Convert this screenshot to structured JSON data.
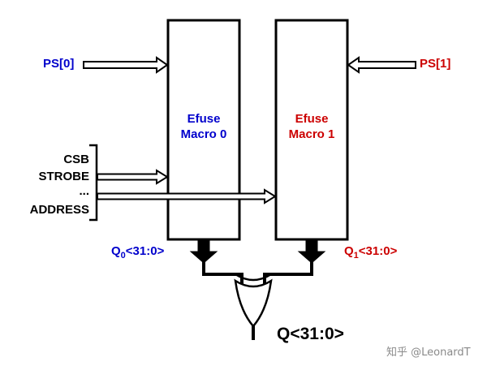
{
  "diagram": {
    "macro0": {
      "line1": "Efuse",
      "line2": "Macro 0"
    },
    "macro1": {
      "line1": "Efuse",
      "line2": "Macro 1"
    },
    "ps0": "PS[0]",
    "ps1": "PS[1]",
    "controls": [
      "CSB",
      "STROBE",
      "...",
      "ADDRESS"
    ],
    "q0": {
      "base": "Q",
      "sub": "0",
      "bits": "<31:0>"
    },
    "q1": {
      "base": "Q",
      "sub": "1",
      "bits": "<31:0>"
    },
    "output_label": "Q<31:0>",
    "gate_type": "xor-gate",
    "watermark": "知乎 @LeonardT",
    "colors": {
      "macro0_blue": "#0000cc",
      "macro1_red": "#cc0000",
      "line_black": "#000000",
      "watermark_gray": "#8a8a8a"
    }
  }
}
